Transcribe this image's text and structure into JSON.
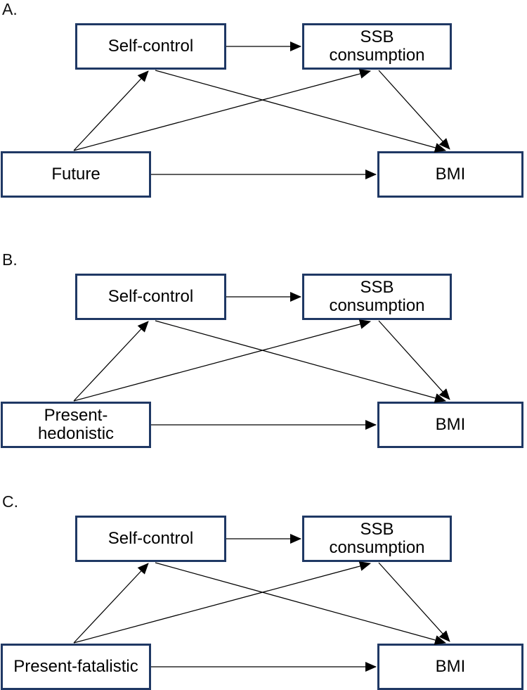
{
  "theme": {
    "background": "#ffffff",
    "box_border": "#1f3864",
    "box_fill": "#ffffff",
    "line": "#000000",
    "text": "#000000"
  },
  "edges": [
    {
      "from": "predictor",
      "to": "self-control"
    },
    {
      "from": "predictor",
      "to": "ssb-consumption"
    },
    {
      "from": "predictor",
      "to": "bmi"
    },
    {
      "from": "self-control",
      "to": "ssb-consumption"
    },
    {
      "from": "self-control",
      "to": "bmi"
    },
    {
      "from": "ssb-consumption",
      "to": "bmi"
    }
  ],
  "panels": [
    {
      "label": "A.",
      "predictor": "Future",
      "mediator1": "Self-control",
      "mediator2": "SSB\nconsumption",
      "outcome": "BMI"
    },
    {
      "label": "B.",
      "predictor": "Present-\nhedonistic",
      "mediator1": "Self-control",
      "mediator2": "SSB\nconsumption",
      "outcome": "BMI"
    },
    {
      "label": "C.",
      "predictor": "Present-fatalistic",
      "mediator1": "Self-control",
      "mediator2": "SSB\nconsumption",
      "outcome": "BMI"
    }
  ]
}
